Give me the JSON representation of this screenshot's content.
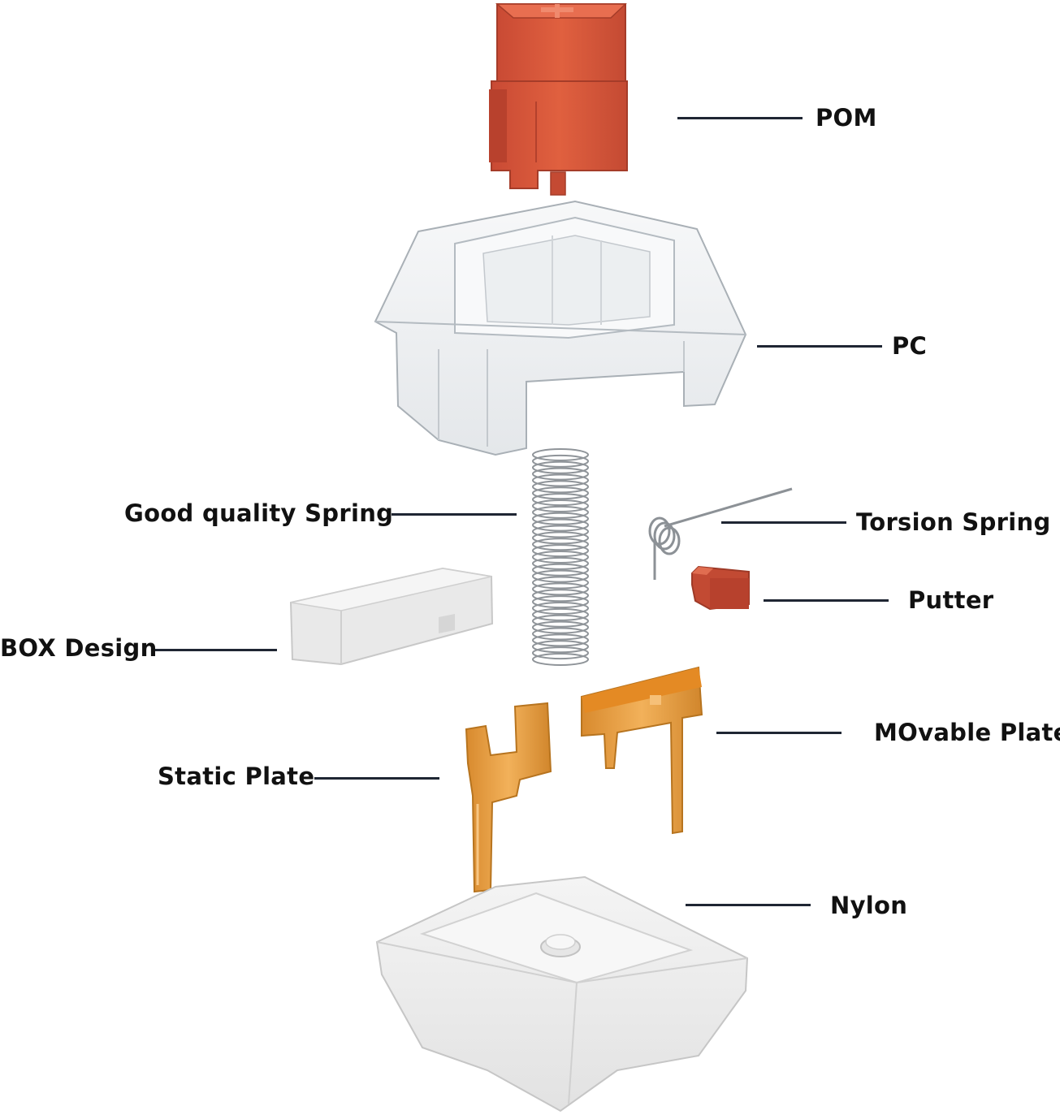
{
  "labels": {
    "pom": "POM",
    "pc": "PC",
    "spring": "Good quality Spring",
    "torsion_spring": "Torsion Spring",
    "putter": "Putter",
    "box_design": "BOX Design",
    "movable_plate": "MOvable Plate",
    "static_plate": "Static Plate",
    "nylon": "Nylon"
  },
  "colors": {
    "stem": "#d9573f",
    "stem_dark": "#b5412d",
    "plate": "#e8a046",
    "plate_dark": "#c47d22",
    "housing_clear": "#eef0f2",
    "housing_nylon": "#f1f1f1",
    "leader": "#1f2633",
    "text": "#111111"
  }
}
